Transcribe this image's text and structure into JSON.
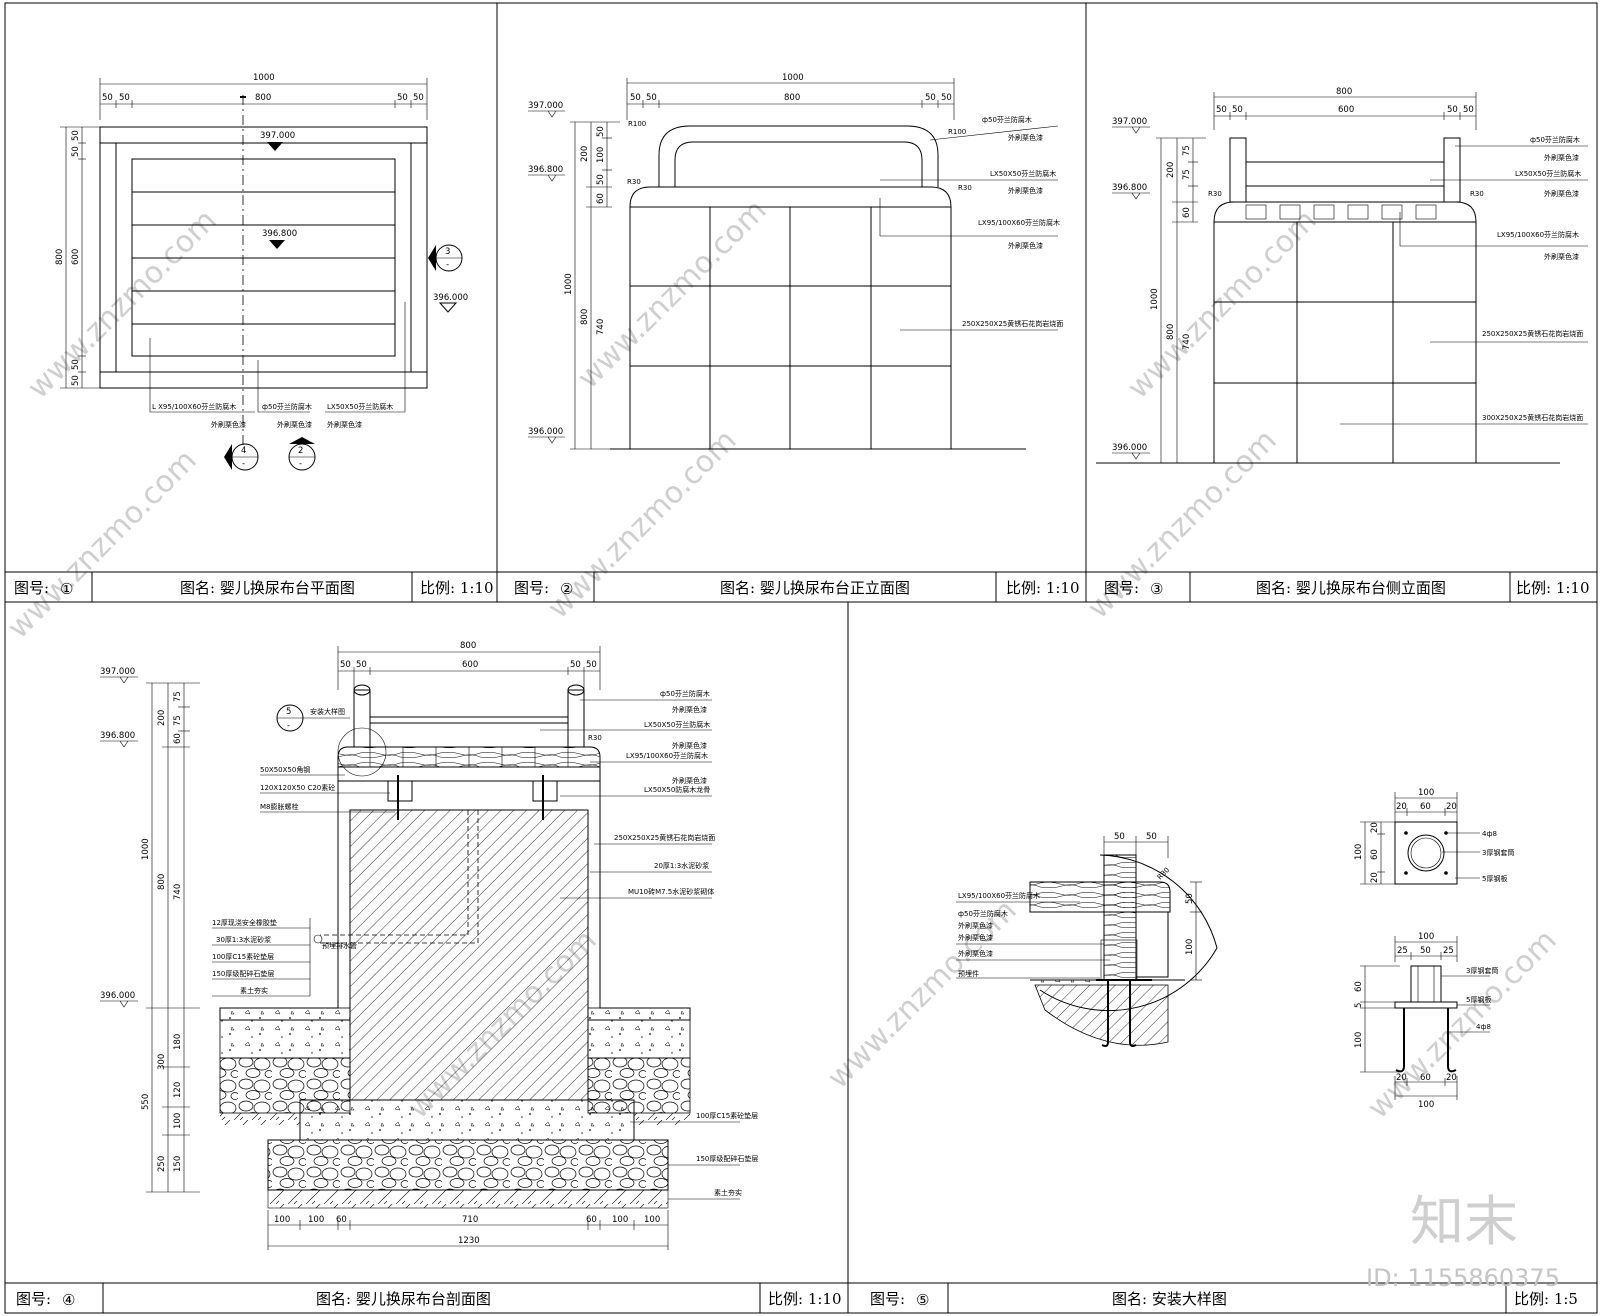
{
  "panels": [
    {
      "num": "①",
      "num_label": "图号:",
      "name": "图名: 婴儿换尿布台平面图",
      "scale": "比例: 1:10"
    },
    {
      "num": "②",
      "num_label": "图号:",
      "name": "图名: 婴儿换尿布台正立面图",
      "scale": "比例: 1:10"
    },
    {
      "num": "③",
      "num_label": "图号:",
      "name": "图名: 婴儿换尿布台侧立面图",
      "scale": "比例: 1:10"
    },
    {
      "num": "④",
      "num_label": "图号:",
      "name": "图名: 婴儿换尿布台剖面图",
      "scale": "比例: 1:10"
    },
    {
      "num": "⑤",
      "num_label": "图号:",
      "name": "图名: 安装大样图",
      "scale": "比例: 1:5"
    }
  ],
  "plan": {
    "dim_total": "1000",
    "dim_mid": "800",
    "dim_a": "50",
    "dim_b": "50",
    "dim_c": "50",
    "dim_d": "50",
    "v_total": "800",
    "v_mid": "600",
    "v_a": "50",
    "v_b": "50",
    "v_c": "50",
    "v_d": "50",
    "elev_top": "397.000",
    "elev_mid": "396.800",
    "elev_ground": "396.000",
    "leader1": "L X95/100X60芬兰防腐木",
    "leader2": "ф50芬兰防腐木",
    "leader3": "LX50X50芬兰防腐木",
    "paint": "外刷栗色漆",
    "callout3": "3",
    "callout4": "4",
    "callout2": "2",
    "dash": "-"
  },
  "front": {
    "dim_total": "1000",
    "dim_mid": "800",
    "d50": "50",
    "elev_top": "397.000",
    "elev_mid": "396.800",
    "elev_ground": "396.000",
    "v200": "200",
    "v50": "50",
    "v100": "100",
    "v60": "60",
    "v1000": "1000",
    "v800": "800",
    "v740": "740",
    "r100": "R100",
    "r30": "R30",
    "n1": "ф50芬兰防腐木",
    "n2": "LX50X50芬兰防腐木",
    "n3": "LX95/100X60芬兰防腐木",
    "n4": "250X250X25黄锈石花岗岩烧面",
    "paint": "外刷栗色漆"
  },
  "side": {
    "dim_total": "800",
    "dim_mid": "600",
    "d50": "50",
    "elev_top": "397.000",
    "elev_mid": "396.800",
    "elev_ground": "396.000",
    "v200": "200",
    "v75": "75",
    "v60": "60",
    "v1000": "1000",
    "v800": "800",
    "v740": "740",
    "r30": "R30",
    "n1": "ф50芬兰防腐木",
    "n2": "LX50X50芬兰防腐木",
    "n3": "LX95/100X60芬兰防腐木",
    "n4": "250X250X25黄锈石花岗岩烧面",
    "n5": "300X250X25黄锈石花岗岩烧面",
    "paint": "外刷栗色漆"
  },
  "section": {
    "dim_total": "800",
    "dim_mid": "600",
    "d50": "50",
    "elev_top": "397.000",
    "elev_mid": "396.800",
    "elev_ground": "396.000",
    "v200": "200",
    "v75": "75",
    "v60": "60",
    "v1000": "1000",
    "v800": "800",
    "v740": "740",
    "v550": "550",
    "v300": "300",
    "v180": "180",
    "v120": "120",
    "v250": "250",
    "v100": "100",
    "v150": "150",
    "b100": "100",
    "b60": "60",
    "b710": "710",
    "b1230": "1230",
    "callout5": "5",
    "dash": "-",
    "install": "安装大样图",
    "r30": "R30",
    "ln1": "50X50X50角钢",
    "ln2": "120X120X50 C20素砼",
    "ln3": "M8膨胀螺栓",
    "ln4": "12厚现浇安全橡胶垫",
    "ln5": "30厚1:3水泥砂浆",
    "ln6": "100厚C15素砼垫层",
    "ln7": "150厚级配碎石垫层",
    "ln8": "素土夯实",
    "ln9": "预埋排水管",
    "rn1": "ф50芬兰防腐木",
    "rn2": "LX50X50芬兰防腐木",
    "rn3": "LX95/100X60芬兰防腐木",
    "rn4": "LX50X50防腐木龙骨",
    "rn5": "250X250X25黄锈石花岗岩烧面",
    "rn6": "20厚1:3水泥砂浆",
    "rn7": "MU10砖M7.5水泥砂浆砌体",
    "rn8": "100厚C15素砼垫层",
    "rn9": "150厚级配碎石垫层",
    "rn10": "素土夯实",
    "paint": "外刷栗色漆"
  },
  "detail": {
    "d50": "50",
    "r30": "R30",
    "v50": "50",
    "v100": "100",
    "n1": "LX95/100X60芬兰防腐木",
    "n2": "ф50芬兰防腐木",
    "n3": "预埋件",
    "paint": "外刷栗色漆",
    "top_w": "100",
    "top_20": "20",
    "top_60": "60",
    "top_rows_100": "100",
    "top_rows_20": "20",
    "top_rows_60": "60",
    "tn1": "4ф8",
    "tn2": "3厚钢套筒",
    "tn3": "5厚钢板",
    "bot_w": "100",
    "bot_25": "25",
    "bot_50": "50",
    "bot_60": "60",
    "bot_5": "5",
    "bot_100": "100",
    "bot_20": "20",
    "bot_60b": "60",
    "bn1": "3厚钢套筒",
    "bn2": "5厚钢板",
    "bn3": "4ф8"
  },
  "watermark": {
    "site": "www.znzmo.com",
    "brand": "知末",
    "id": "ID: 1155860375"
  }
}
